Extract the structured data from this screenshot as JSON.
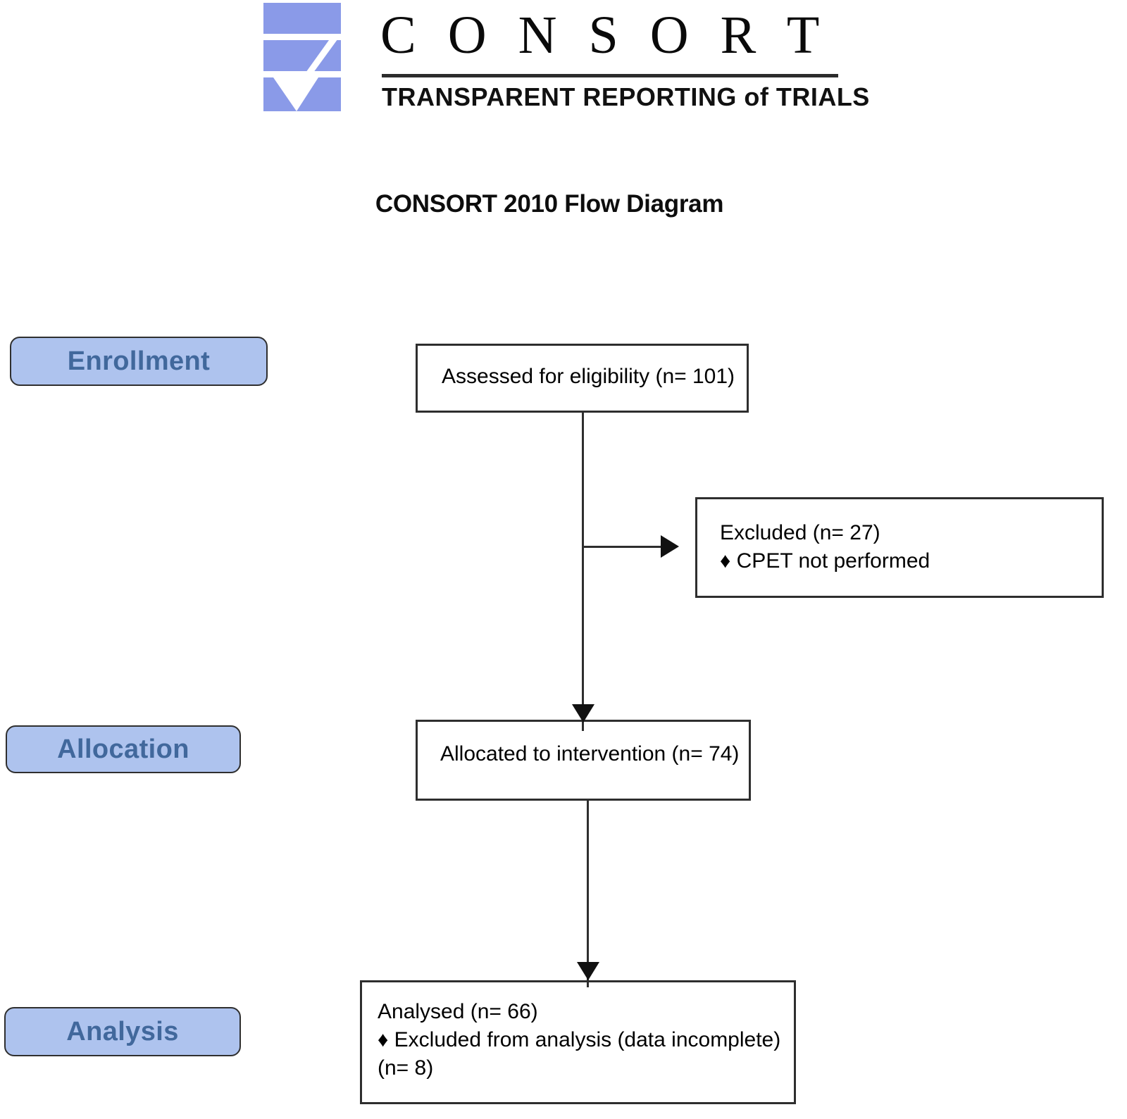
{
  "logo": {
    "wordmark": "C O N S O R T",
    "tagline": "TRANSPARENT REPORTING of TRIALS",
    "mark_color": "#8a9ae8"
  },
  "title": "CONSORT 2010 Flow Diagram",
  "colors": {
    "stage_fill": "#aec3ee",
    "stage_text": "#41689c",
    "stage_border": "#2f2f2f",
    "box_border": "#2e2e2e",
    "connector": "#2e2e2e"
  },
  "stages": [
    {
      "key": "enrollment",
      "label": "Enrollment"
    },
    {
      "key": "allocation",
      "label": "Allocation"
    },
    {
      "key": "analysis",
      "label": "Analysis"
    }
  ],
  "boxes": {
    "eligibility": {
      "line1": "Assessed for eligibility (n= 101)"
    },
    "excluded": {
      "line1": "Excluded  (n= 27)",
      "line2": "♦  CPET not performed"
    },
    "allocated": {
      "line1": "Allocated to intervention (n= 74)"
    },
    "analysed": {
      "line1": "Analysed  (n= 66)",
      "line2": "♦ Excluded from analysis (data incomplete)",
      "line3": "(n= 8)"
    }
  },
  "chart_data": {
    "type": "diagram",
    "title": "CONSORT 2010 Flow Diagram",
    "nodes": [
      {
        "id": "eligibility",
        "stage": "Enrollment",
        "label": "Assessed for eligibility",
        "n": 101
      },
      {
        "id": "excluded",
        "stage": "Enrollment",
        "label": "Excluded",
        "n": 27,
        "reasons": [
          "CPET not performed"
        ]
      },
      {
        "id": "allocated",
        "stage": "Allocation",
        "label": "Allocated to intervention",
        "n": 74
      },
      {
        "id": "analysed",
        "stage": "Analysis",
        "label": "Analysed",
        "n": 66,
        "reasons": [
          "Excluded from analysis (data incomplete) (n= 8)"
        ]
      }
    ],
    "edges": [
      {
        "from": "eligibility",
        "to": "excluded",
        "type": "branch-right"
      },
      {
        "from": "eligibility",
        "to": "allocated",
        "type": "down"
      },
      {
        "from": "allocated",
        "to": "analysed",
        "type": "down"
      }
    ]
  }
}
